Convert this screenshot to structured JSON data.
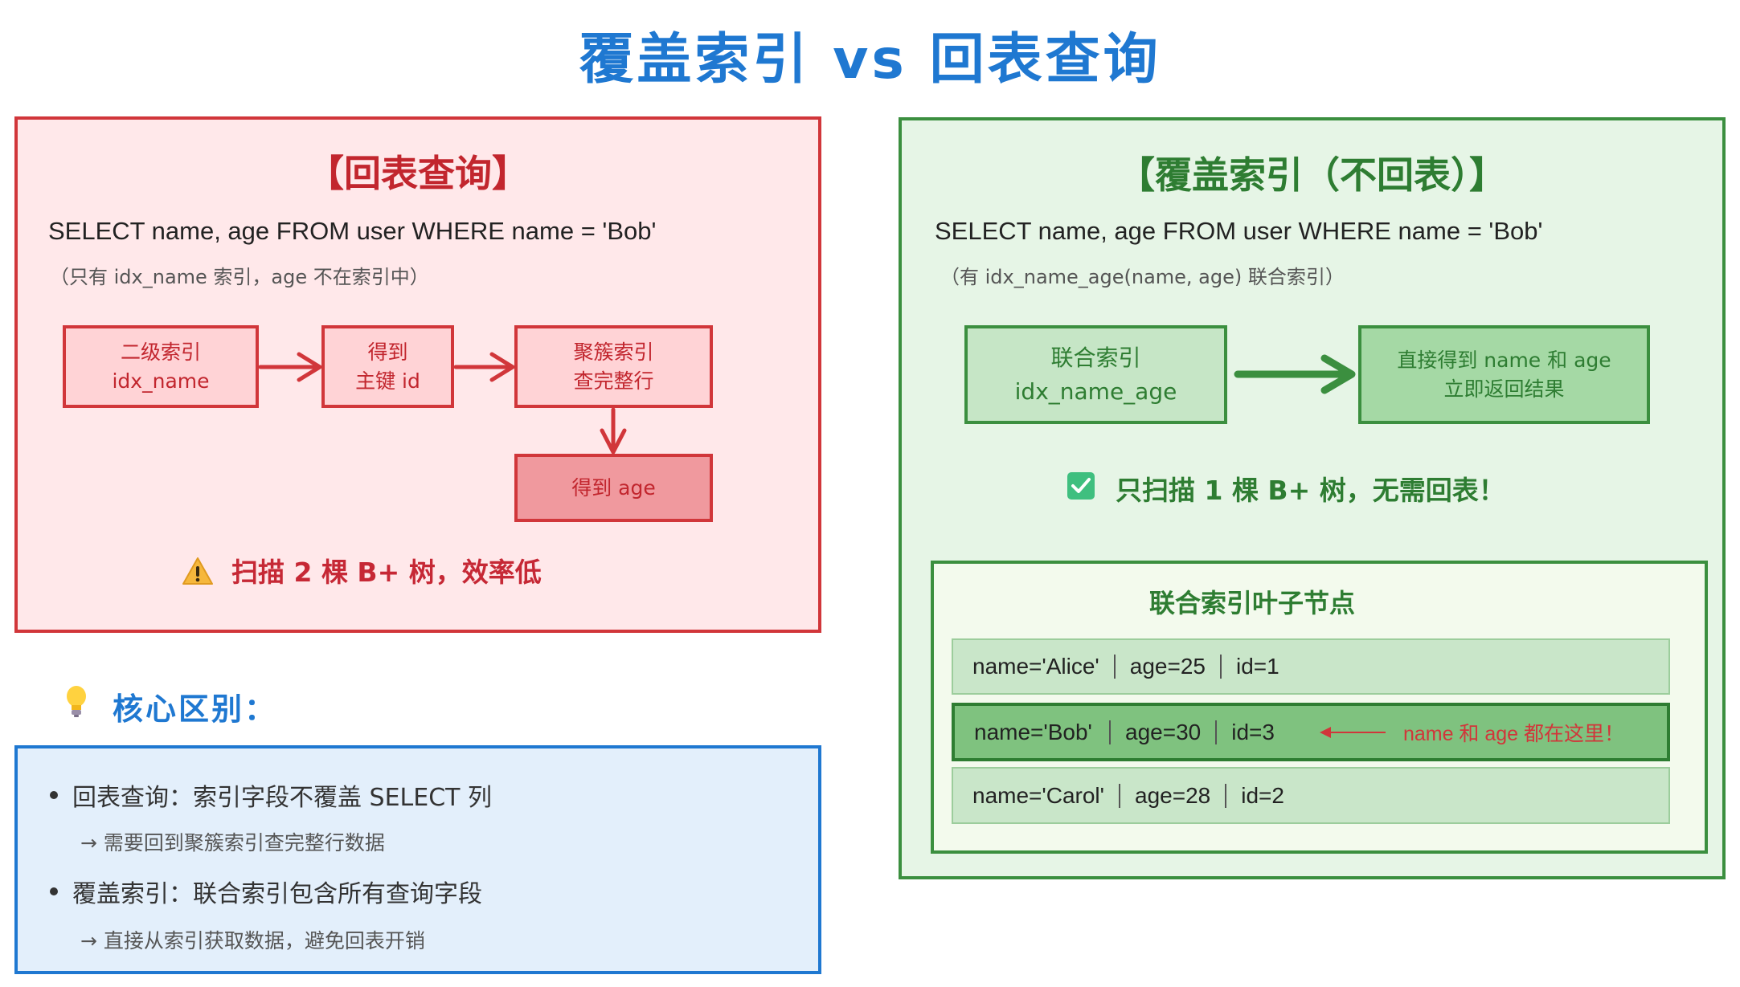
{
  "title": "覆盖索引 vs 回表查询",
  "colors": {
    "title_blue": "#1f78d1",
    "red_border": "#d1363a",
    "red_fill": "#ffe8ea",
    "green_border": "#3b8f3f",
    "green_fill": "#e6f5e6",
    "blue_fill": "#e3effb"
  },
  "back_to_table": {
    "heading": "【回表查询】",
    "sql": "SELECT name, age FROM user WHERE name = 'Bob'",
    "note": "（只有 idx_name 索引，age 不在索引中）",
    "flow": [
      {
        "line1": "二级索引",
        "line2": "idx_name"
      },
      {
        "line1": "得到",
        "line2": "主键 id"
      },
      {
        "line1": "聚簇索引",
        "line2": "查完整行"
      },
      {
        "line1": "得到 age",
        "line2": ""
      }
    ],
    "warning_icon": "warning-triangle-icon",
    "warning": "扫描 2 棵 B+ 树，效率低"
  },
  "covering_index": {
    "heading": "【覆盖索引（不回表）】",
    "sql": "SELECT name, age FROM user WHERE name = 'Bob'",
    "note": "（有 idx_name_age(name, age) 联合索引）",
    "flow": [
      {
        "line1": "联合索引",
        "line2": "idx_name_age"
      },
      {
        "line1": "直接得到 name 和 age",
        "line2": "立即返回结果"
      }
    ],
    "ok_icon": "check-box-icon",
    "ok": "只扫描 1 棵 B+ 树，无需回表！",
    "leaf": {
      "title": "联合索引叶子节点",
      "rows": [
        {
          "name": "name='Alice'",
          "age": "age=25",
          "id": "id=1",
          "highlight": false
        },
        {
          "name": "name='Bob'",
          "age": "age=30",
          "id": "id=3",
          "highlight": true
        },
        {
          "name": "name='Carol'",
          "age": "age=28",
          "id": "id=2",
          "highlight": false
        }
      ],
      "annotation": "name 和 age 都在这里！"
    }
  },
  "key_difference": {
    "icon": "lightbulb-icon",
    "title": "核心区别：",
    "items": [
      {
        "main": "回表查询：索引字段不覆盖 SELECT 列",
        "sub": "→ 需要回到聚簇索引查完整行数据"
      },
      {
        "main": "覆盖索引：联合索引包含所有查询字段",
        "sub": "→ 直接从索引获取数据，避免回表开销"
      }
    ]
  }
}
